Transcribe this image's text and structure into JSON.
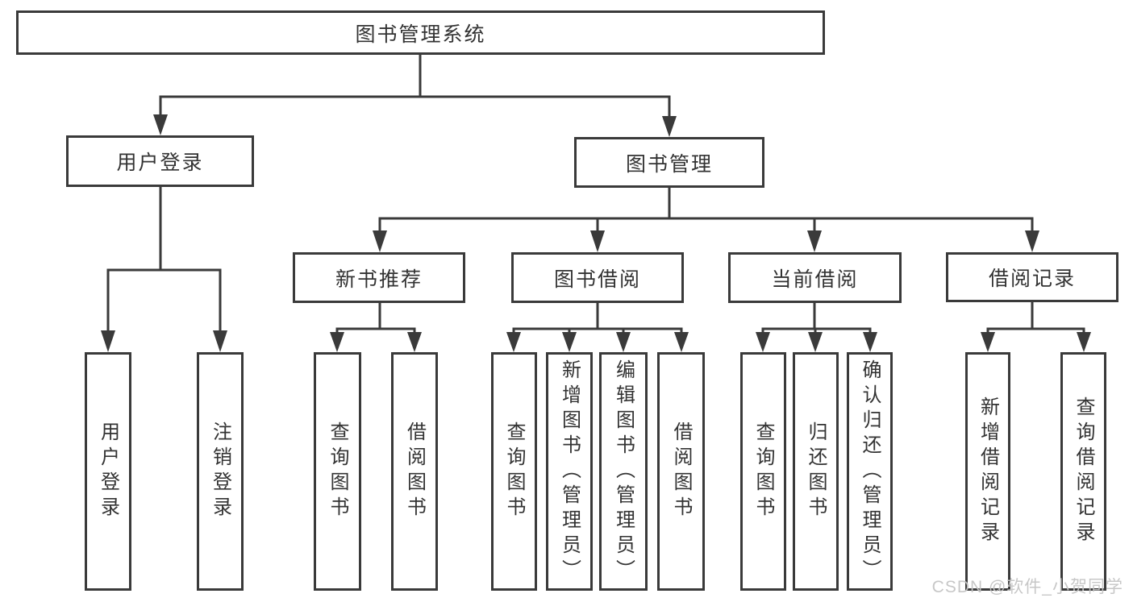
{
  "colors": {
    "background": "#ffffff",
    "line": "#3a3a3a",
    "box_fill": "#ffffff",
    "text": "#333333",
    "watermark": "#c5c5c5"
  },
  "watermark": {
    "text": "CSDN @软件_小贺同学"
  },
  "tree": {
    "label": "图书管理系统",
    "children": [
      {
        "label": "用户登录",
        "children": [
          {
            "label": "用户登录"
          },
          {
            "label": "注销登录"
          }
        ]
      },
      {
        "label": "图书管理",
        "children": [
          {
            "label": "新书推荐",
            "children": [
              {
                "label": "查询图书"
              },
              {
                "label": "借阅图书"
              }
            ]
          },
          {
            "label": "图书借阅",
            "children": [
              {
                "label": "查询图书"
              },
              {
                "label": "新增图书（管理员）"
              },
              {
                "label": "编辑图书（管理员）"
              },
              {
                "label": "借阅图书"
              }
            ]
          },
          {
            "label": "当前借阅",
            "children": [
              {
                "label": "查询图书"
              },
              {
                "label": "归还图书"
              },
              {
                "label": "确认归还（管理员）"
              }
            ]
          },
          {
            "label": "借阅记录",
            "children": [
              {
                "label": "新增借阅记录"
              },
              {
                "label": "查询借阅记录"
              }
            ]
          }
        ]
      }
    ]
  }
}
